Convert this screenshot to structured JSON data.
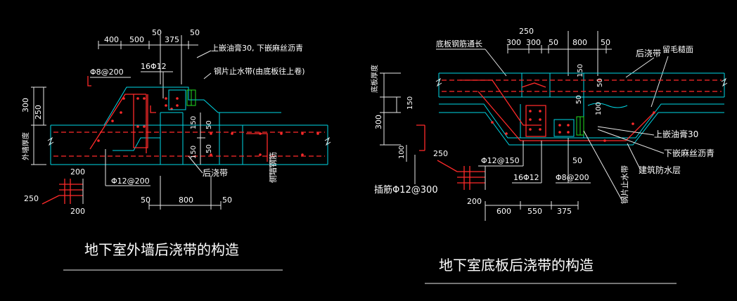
{
  "left": {
    "dims_top": [
      "400",
      "500",
      "50",
      "375",
      "50"
    ],
    "bar_top": "Φ8@200",
    "bar_16": "16Φ12",
    "note_oil": "上嵌油膏30, 下嵌麻丝沥青",
    "note_stop": "钢片止水带(由底板往上卷)",
    "dim_300": "300",
    "dim_250": "250",
    "wall_thk": "外墙厚度",
    "dim_150": "150",
    "dim_50a": "50",
    "dim_150b": "150",
    "dim_50b": "50",
    "bar_bottom": "Φ12@200",
    "label_post": "后浇带",
    "label_side": "侧墙钢筋",
    "dim_200a": "200",
    "dim_250b": "250",
    "dim_200b": "200",
    "dims_bottom": [
      "50",
      "800",
      "50"
    ],
    "title": "地下室外墙后浇带的构造"
  },
  "right": {
    "label_top_bar": "底板钢筋通长",
    "dims_top": [
      "250",
      "300",
      "300",
      "50",
      "800",
      "50"
    ],
    "label_post": "后浇带",
    "label_rough": "留毛糙面",
    "slab_thk": "底板厚度",
    "dim_150v": "150",
    "dim_50v": "50",
    "dim_150": "150",
    "dim_300": "300",
    "dim_100": "100",
    "dim_50c": "50",
    "dim_100c": "100",
    "label_oil": "上嵌油膏30",
    "label_hemp": "下嵌麻丝沥青",
    "label_waterproof": "建筑防水层",
    "label_stop": "钢片止水带",
    "dim_250": "250",
    "dim_200": "200",
    "bar_150": "Φ12@150",
    "bar_16": "16Φ12",
    "dim_50": "50",
    "bar_200": "Φ8@200",
    "bar_insert": "插筋Φ12@300",
    "dims_bottom": [
      "600",
      "550",
      "375"
    ],
    "title": "地下室底板后浇带的构造"
  },
  "colors": {
    "background": "#000000",
    "concrete_line": "#00d8e6",
    "rebar": "#ff2a2a",
    "text": "#ffffff",
    "dimension": "#e8e8e8",
    "waterstop": "#22dd22"
  }
}
